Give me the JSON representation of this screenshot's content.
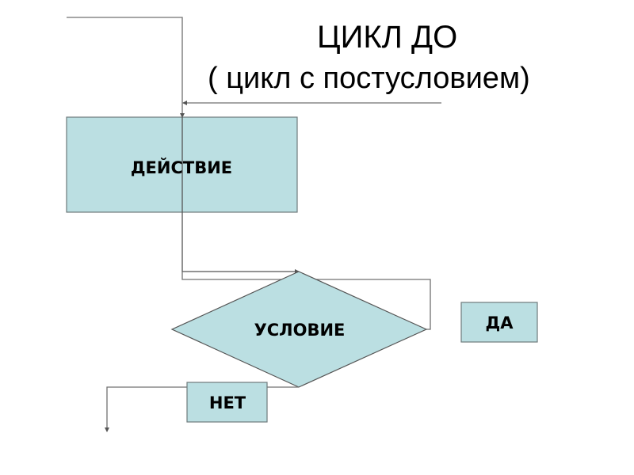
{
  "title": {
    "main": "ЦИКЛ ДО",
    "subtitle": "( цикл с постусловием)"
  },
  "blocks": {
    "action": {
      "label": "ДЕЙСТВИЕ",
      "shape": "process-rectangle"
    },
    "condition": {
      "label": "УСЛОВИЕ",
      "shape": "decision-diamond"
    },
    "yes": {
      "label": "ДА",
      "shape": "label-box"
    },
    "no": {
      "label": "НЕТ",
      "shape": "label-box"
    }
  },
  "colors": {
    "shape_fill": "#bbdfe2",
    "shape_stroke": "#6e7a7c",
    "connector": "#707070",
    "text": "#000000",
    "background": "#ffffff"
  }
}
